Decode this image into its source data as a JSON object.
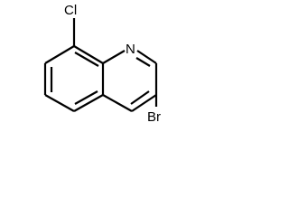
{
  "molecule": {
    "atoms": [
      {
        "id": "Cl",
        "label": "Cl"
      },
      {
        "id": "N",
        "label": "N"
      },
      {
        "id": "Br",
        "label": "Br"
      }
    ]
  }
}
